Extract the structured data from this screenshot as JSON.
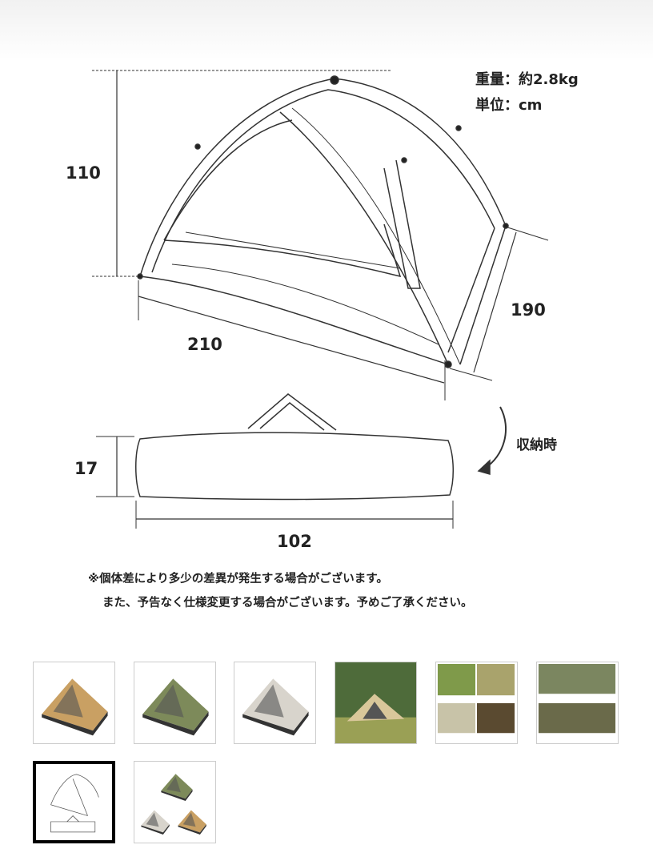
{
  "product_image": {
    "spec": {
      "weight": "重量：約2.8kg",
      "unit": "単位：cm"
    },
    "dimensions": {
      "height": "110",
      "width": "210",
      "depth": "190",
      "bag_height": "17",
      "bag_length": "102"
    },
    "stored_label": "収納時",
    "notes": [
      "※個体差により多少の差異が発生する場合がございます。",
      "また、予告なく仕様変更する場合がございます。予めご了承ください。"
    ]
  },
  "thumbnails": [
    {
      "name": "tent-sand",
      "color": "#c9a063",
      "selected": false
    },
    {
      "name": "tent-khaki",
      "color": "#7d8a5a",
      "selected": false
    },
    {
      "name": "tent-ivory",
      "color": "#d8d4cc",
      "selected": false
    },
    {
      "name": "tent-outdoor-photo",
      "color": "#d9c79a",
      "selected": false
    },
    {
      "name": "tent-features",
      "color": "#a9a36c",
      "selected": false
    },
    {
      "name": "tent-setup-steps",
      "color": "#7b8660",
      "selected": false
    },
    {
      "name": "tent-dimensions",
      "color": "#ffffff",
      "selected": true
    },
    {
      "name": "tent-color-variants",
      "color": "#ffffff",
      "selected": false
    }
  ]
}
